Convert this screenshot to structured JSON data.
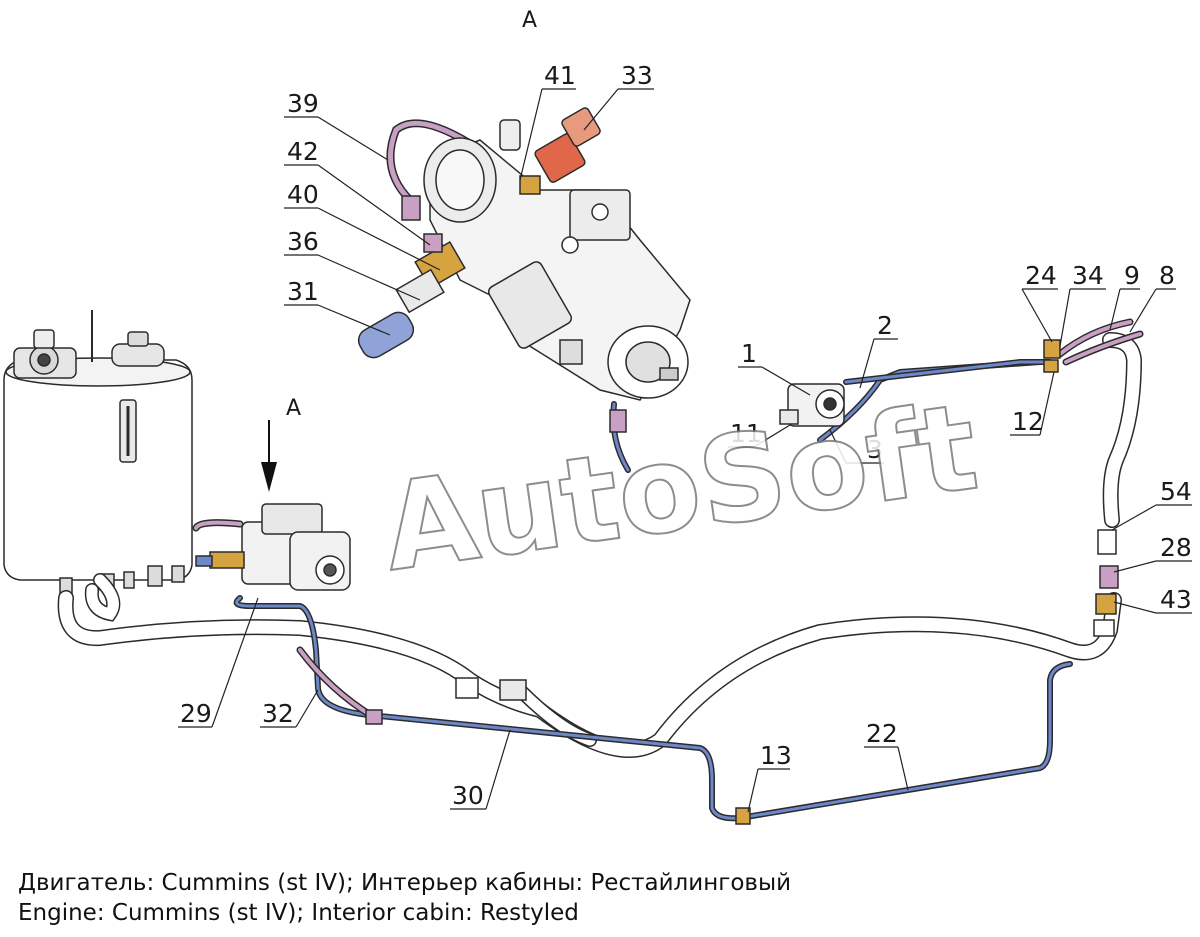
{
  "view_labels": [
    "A",
    "A"
  ],
  "callouts": [
    "39",
    "42",
    "40",
    "36",
    "31",
    "41",
    "33",
    "1",
    "2",
    "11",
    "3",
    "24",
    "34",
    "9",
    "8",
    "12",
    "54",
    "28",
    "43",
    "29",
    "32",
    "30",
    "13",
    "22"
  ],
  "watermark": "AutoSoft",
  "captions": {
    "ru": "Двигатель: Cummins (st IV); Интерьер кабины: Рестайлинговый",
    "en": "Engine: Cummins (st IV); Interior cabin: Restyled"
  },
  "colors": {
    "line": "#2b2b2b",
    "hose_pink": "#c9a0c4",
    "tube_blue": "#6d88c9",
    "fitting_orange": "#d6a341",
    "sensor_red": "#e0674a"
  }
}
